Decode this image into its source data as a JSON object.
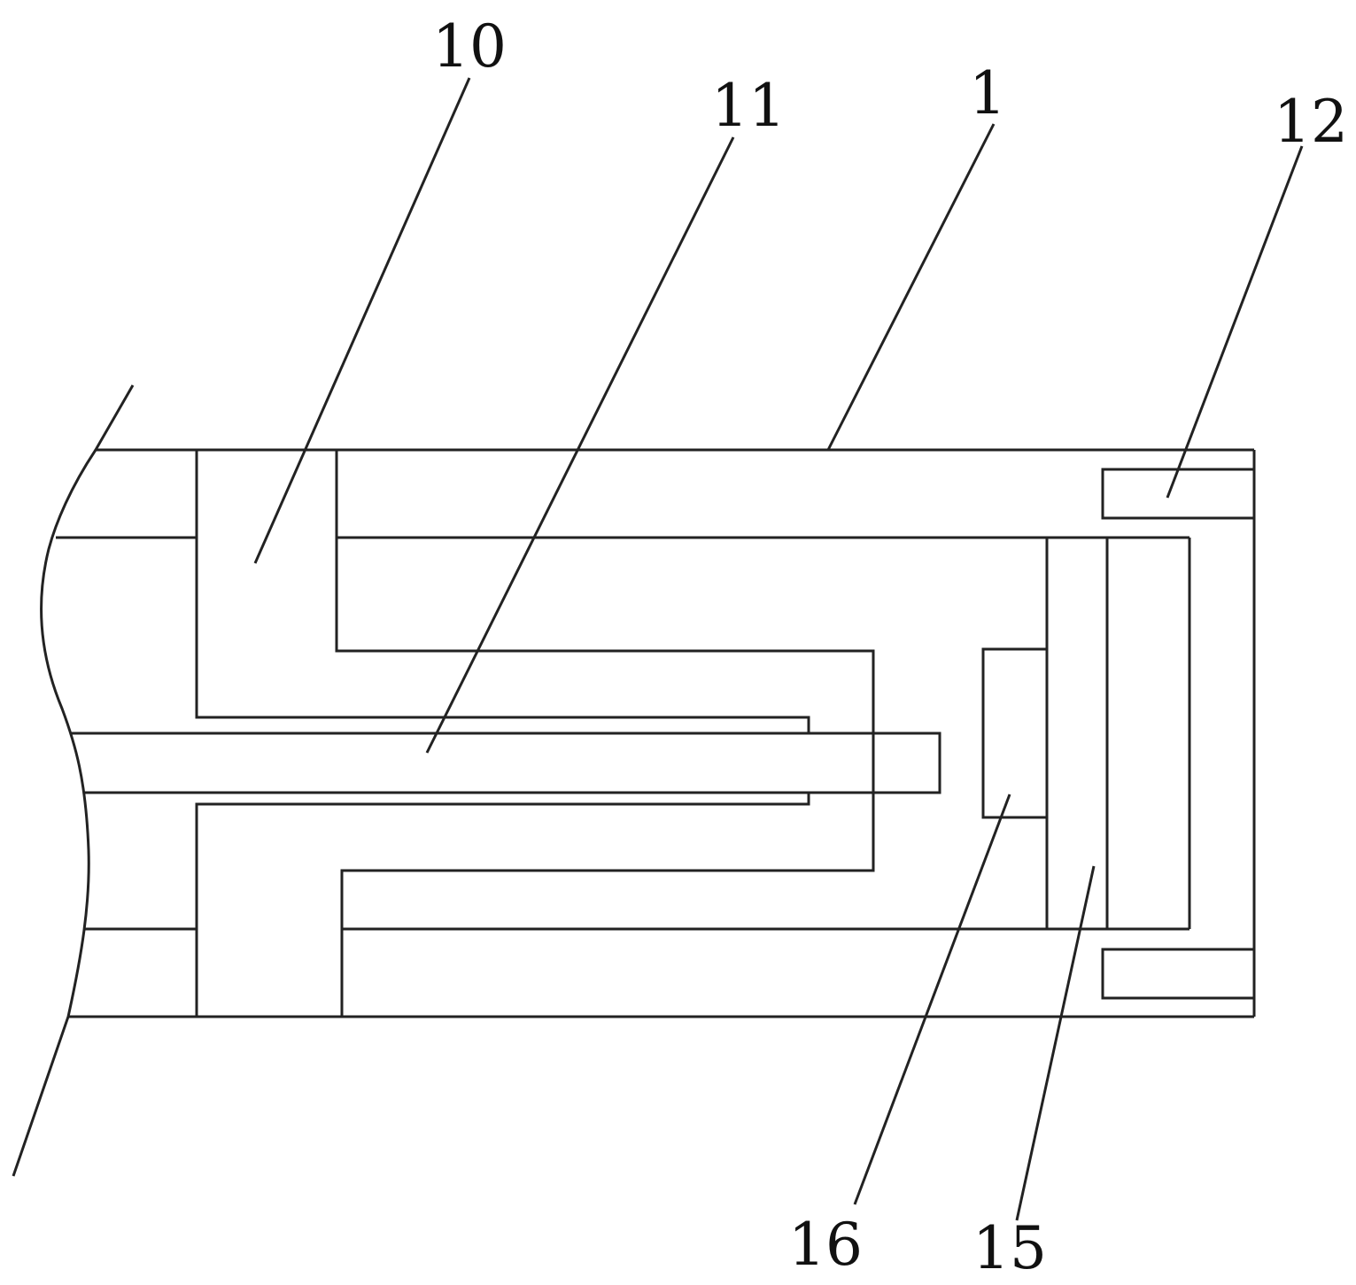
{
  "figure": {
    "labels": {
      "housing": "1",
      "part_10": "10",
      "rod_11": "11",
      "part_12": "12",
      "part_15": "15",
      "part_16": "16"
    },
    "colors": {
      "line": "#222222",
      "background": "#ffffff"
    }
  }
}
